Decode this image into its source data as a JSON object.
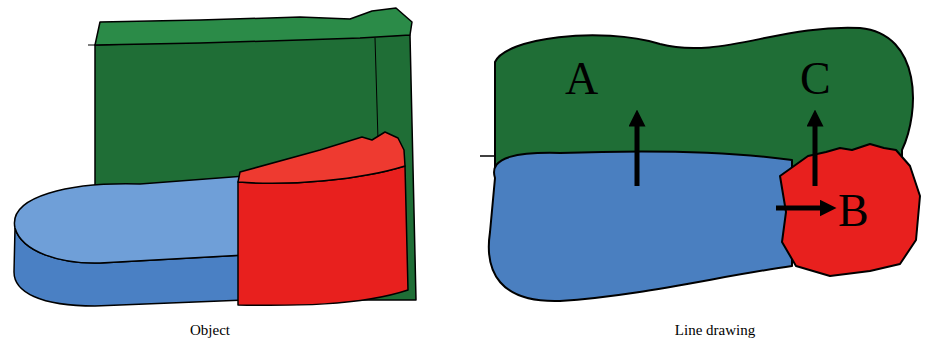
{
  "diagram": {
    "labels": [
      "A",
      "C",
      "B",
      "Object",
      "Line drawing"
    ]
  }
}
